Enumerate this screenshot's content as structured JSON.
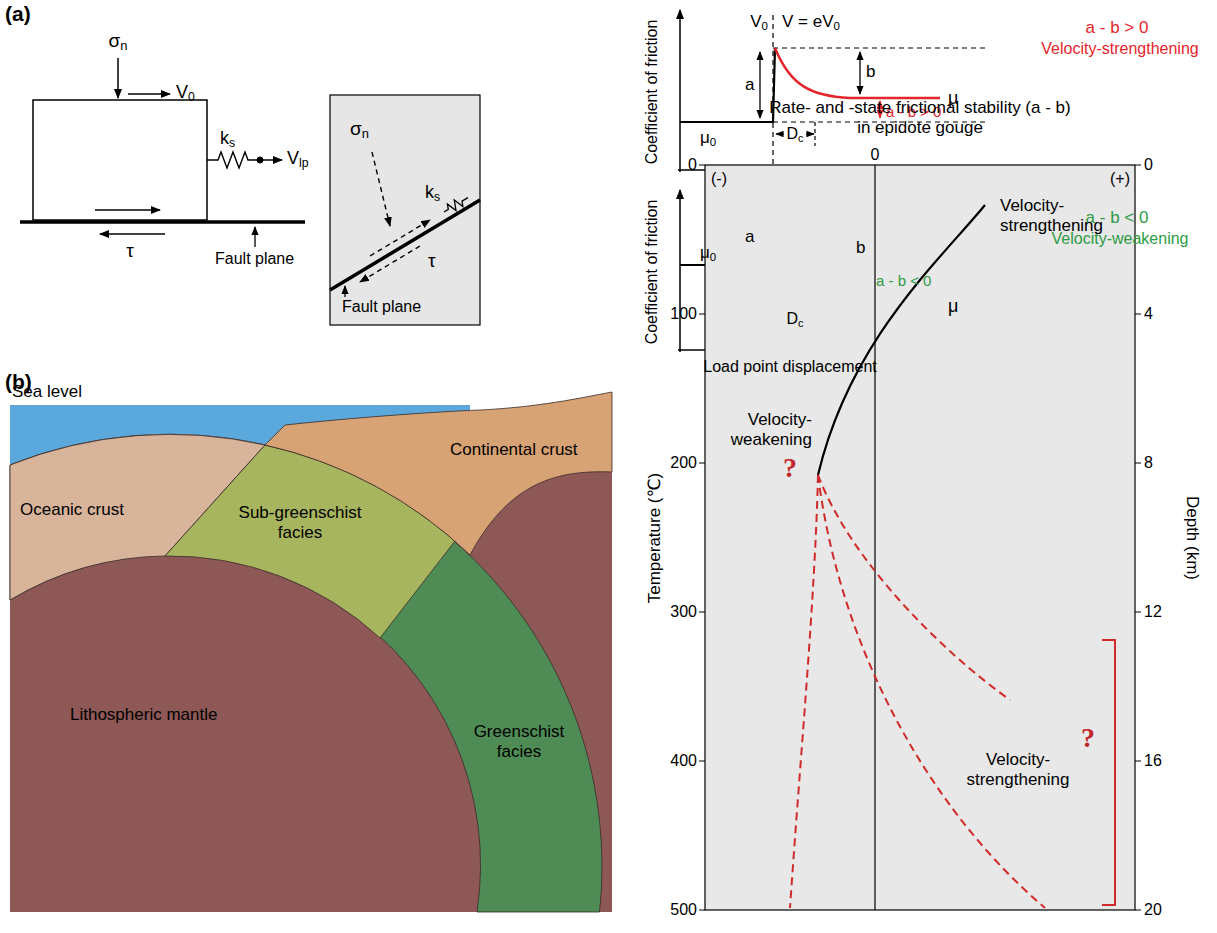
{
  "diagram": {
    "labels": [
      "(a)",
      "σn",
      "V0",
      "τ",
      "ks",
      "Vlp",
      "Fault plane",
      "σn",
      "τ",
      "ks",
      "Fault plane",
      "V0",
      "V = eV0",
      "a",
      "b",
      "μ",
      "μ0",
      "a - b > 0",
      "Dc",
      "a - b > 0",
      "Velocity-strengthening",
      "Coefficient of friction",
      "a",
      "b",
      "μ0",
      "μ",
      "a - b < 0",
      "Dc",
      "a - b < 0",
      "Velocity-weakening",
      "Coefficient of friction",
      "Load point displacement",
      "(b)",
      "Sea level",
      "Oceanic crust",
      "Continental crust",
      "Sub-greenschist facies",
      "Lithospheric mantle",
      "Greenschist facies",
      "Rate- and -state frictional stability (a - b) in epidote gouge",
      "0",
      "100",
      "200",
      "300",
      "400",
      "500",
      "Temperature (℃)",
      "0",
      "4",
      "8",
      "12",
      "16",
      "20",
      "Depth (km)",
      "(-)",
      "0",
      "(+)",
      "Velocity-strengthening",
      "Velocity-weakening",
      "?",
      "?",
      "Velocity-strengthening"
    ]
  }
}
